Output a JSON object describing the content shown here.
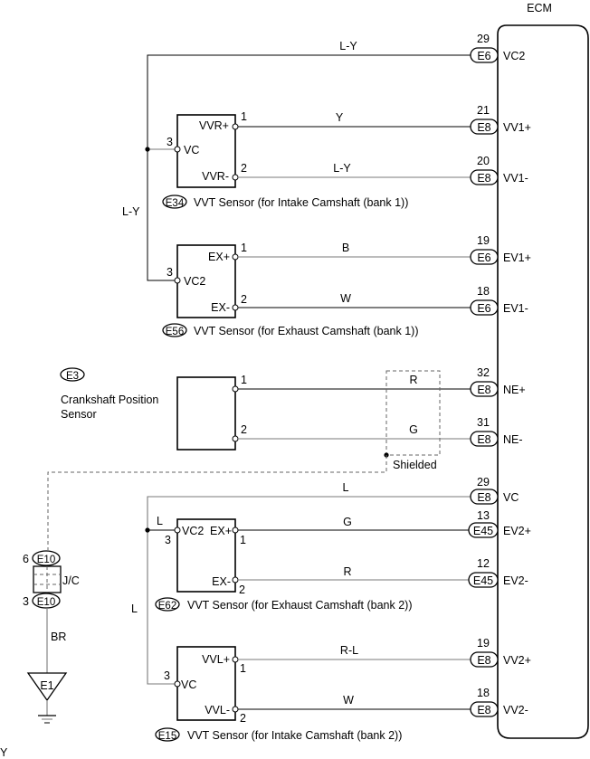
{
  "ecm": {
    "label": "ECM"
  },
  "ecm_pins": [
    {
      "key": "vc2",
      "pin": "29",
      "connector": "E6",
      "signal": "VC2",
      "wire_color": "L-Y"
    },
    {
      "key": "vv1p",
      "pin": "21",
      "connector": "E8",
      "signal": "VV1+",
      "wire_color": "Y"
    },
    {
      "key": "vv1m",
      "pin": "20",
      "connector": "E8",
      "signal": "VV1-",
      "wire_color": "L-Y"
    },
    {
      "key": "ev1p",
      "pin": "19",
      "connector": "E6",
      "signal": "EV1+",
      "wire_color": "B"
    },
    {
      "key": "ev1m",
      "pin": "18",
      "connector": "E6",
      "signal": "EV1-",
      "wire_color": "W"
    },
    {
      "key": "nep",
      "pin": "32",
      "connector": "E8",
      "signal": "NE+",
      "wire_color": "R"
    },
    {
      "key": "nem",
      "pin": "31",
      "connector": "E8",
      "signal": "NE-",
      "wire_color": "G"
    },
    {
      "key": "vc",
      "pin": "29",
      "connector": "E8",
      "signal": "VC",
      "wire_color": "L"
    },
    {
      "key": "ev2p",
      "pin": "13",
      "connector": "E45",
      "signal": "EV2+",
      "wire_color": "G"
    },
    {
      "key": "ev2m",
      "pin": "12",
      "connector": "E45",
      "signal": "EV2-",
      "wire_color": "R"
    },
    {
      "key": "vv2p",
      "pin": "19",
      "connector": "E8",
      "signal": "VV2+",
      "wire_color": "R-L"
    },
    {
      "key": "vv2m",
      "pin": "18",
      "connector": "E8",
      "signal": "VV2-",
      "wire_color": "W"
    }
  ],
  "components": {
    "e34": {
      "connector": "E34",
      "title": "VVT Sensor (for Intake Camshaft (bank 1))",
      "pins": {
        "p1": "1",
        "p2": "2",
        "p3": "3"
      },
      "terminals": {
        "plus": "VVR+",
        "minus": "VVR-",
        "vc": "VC"
      }
    },
    "e56": {
      "connector": "E56",
      "title": "VVT Sensor (for Exhaust Camshaft (bank 1))",
      "pins": {
        "p1": "1",
        "p2": "2",
        "p3": "3"
      },
      "terminals": {
        "plus": "EX+",
        "minus": "EX-",
        "vc": "VC2"
      }
    },
    "e3": {
      "connector": "E3",
      "title_line1": "Crankshaft Position",
      "title_line2": "Sensor",
      "pins": {
        "p1": "1",
        "p2": "2"
      }
    },
    "e62": {
      "connector": "E62",
      "title": "VVT Sensor (for Exhaust Camshaft (bank 2))",
      "pins": {
        "p1": "1",
        "p2": "2",
        "p3": "3"
      },
      "terminals": {
        "plus": "EX+",
        "minus": "EX-",
        "vc": "VC2"
      }
    },
    "e15": {
      "connector": "E15",
      "title": "VVT Sensor (for Intake Camshaft (bank 2))",
      "pins": {
        "p1": "1",
        "p2": "2",
        "p3": "3"
      },
      "terminals": {
        "plus": "VVL+",
        "minus": "VVL-",
        "vc": "VC"
      }
    }
  },
  "wires": {
    "bank1_vc_trunk": "L-Y",
    "bank2_vc_trunk": "L",
    "bank2_vc_branch": "L",
    "shield_ground": "BR"
  },
  "shield": {
    "label": "Shielded"
  },
  "junction": {
    "label": "J/C",
    "top_connector": "E10",
    "top_pin": "6",
    "bottom_connector": "E10",
    "bottom_pin": "3"
  },
  "ground": {
    "label": "E1"
  },
  "corner_fragment": "Y"
}
